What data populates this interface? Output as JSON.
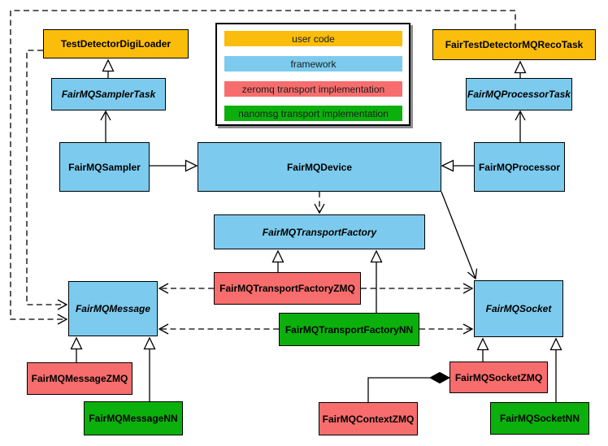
{
  "legend": {
    "items": [
      {
        "label": "user code",
        "color": "#FBBD0B"
      },
      {
        "label": "framework",
        "color": "#7CCBEE"
      },
      {
        "label": "zeromq transport implementation",
        "color": "#F76D6D"
      },
      {
        "label": "nanomsg transport implementation",
        "color": "#0CB00C"
      }
    ]
  },
  "nodes": [
    {
      "id": "TestDetectorDigiLoader",
      "label": "TestDetectorDigiLoader",
      "category": "user code",
      "color": "#FBBD0B",
      "abstract": false
    },
    {
      "id": "FairTestDetectorMQRecoTask",
      "label": "FairTestDetectorMQRecoTask",
      "category": "user code",
      "color": "#FBBD0B",
      "abstract": false
    },
    {
      "id": "FairMQSamplerTask",
      "label": "FairMQSamplerTask",
      "category": "framework",
      "color": "#7CCBEE",
      "abstract": true
    },
    {
      "id": "FairMQProcessorTask",
      "label": "FairMQProcessorTask",
      "category": "framework",
      "color": "#7CCBEE",
      "abstract": true
    },
    {
      "id": "FairMQSampler",
      "label": "FairMQSampler",
      "category": "framework",
      "color": "#7CCBEE",
      "abstract": false
    },
    {
      "id": "FairMQProcessor",
      "label": "FairMQProcessor",
      "category": "framework",
      "color": "#7CCBEE",
      "abstract": false
    },
    {
      "id": "FairMQDevice",
      "label": "FairMQDevice",
      "category": "framework",
      "color": "#7CCBEE",
      "abstract": false
    },
    {
      "id": "FairMQTransportFactory",
      "label": "FairMQTransportFactory",
      "category": "framework",
      "color": "#7CCBEE",
      "abstract": true
    },
    {
      "id": "FairMQTransportFactoryZMQ",
      "label": "FairMQTransportFactoryZMQ",
      "category": "zeromq",
      "color": "#F76D6D",
      "abstract": false
    },
    {
      "id": "FairMQTransportFactoryNN",
      "label": "FairMQTransportFactoryNN",
      "category": "nanomsg",
      "color": "#0CB00C",
      "abstract": false
    },
    {
      "id": "FairMQMessage",
      "label": "FairMQMessage",
      "category": "framework",
      "color": "#7CCBEE",
      "abstract": true
    },
    {
      "id": "FairMQSocket",
      "label": "FairMQSocket",
      "category": "framework",
      "color": "#7CCBEE",
      "abstract": true
    },
    {
      "id": "FairMQMessageZMQ",
      "label": "FairMQMessageZMQ",
      "category": "zeromq",
      "color": "#F76D6D",
      "abstract": false
    },
    {
      "id": "FairMQMessageNN",
      "label": "FairMQMessageNN",
      "category": "nanomsg",
      "color": "#0CB00C",
      "abstract": false
    },
    {
      "id": "FairMQSocketZMQ",
      "label": "FairMQSocketZMQ",
      "category": "zeromq",
      "color": "#F76D6D",
      "abstract": false
    },
    {
      "id": "FairMQContextZMQ",
      "label": "FairMQContextZMQ",
      "category": "zeromq",
      "color": "#F76D6D",
      "abstract": false
    },
    {
      "id": "FairMQSocketNN",
      "label": "FairMQSocketNN",
      "category": "nanomsg",
      "color": "#0CB00C",
      "abstract": false
    }
  ],
  "edges": [
    {
      "from": "FairMQSamplerTask",
      "to": "TestDetectorDigiLoader",
      "type": "inheritance"
    },
    {
      "from": "FairMQProcessorTask",
      "to": "FairTestDetectorMQRecoTask",
      "type": "inheritance"
    },
    {
      "from": "FairMQSampler",
      "to": "FairMQDevice",
      "type": "inheritance"
    },
    {
      "from": "FairMQProcessor",
      "to": "FairMQDevice",
      "type": "inheritance"
    },
    {
      "from": "FairMQTransportFactoryZMQ",
      "to": "FairMQTransportFactory",
      "type": "inheritance"
    },
    {
      "from": "FairMQTransportFactoryNN",
      "to": "FairMQTransportFactory",
      "type": "inheritance"
    },
    {
      "from": "FairMQMessageZMQ",
      "to": "FairMQMessage",
      "type": "inheritance"
    },
    {
      "from": "FairMQMessageNN",
      "to": "FairMQMessage",
      "type": "inheritance"
    },
    {
      "from": "FairMQSocketZMQ",
      "to": "FairMQSocket",
      "type": "inheritance"
    },
    {
      "from": "FairMQSocketNN",
      "to": "FairMQSocket",
      "type": "inheritance"
    },
    {
      "from": "FairMQSampler",
      "to": "FairMQSamplerTask",
      "type": "association"
    },
    {
      "from": "FairMQProcessor",
      "to": "FairMQProcessorTask",
      "type": "association"
    },
    {
      "from": "FairMQDevice",
      "to": "FairMQSocket",
      "type": "association"
    },
    {
      "from": "FairMQDevice",
      "to": "FairMQTransportFactory",
      "type": "dependency"
    },
    {
      "from": "FairMQTransportFactoryZMQ",
      "to": "FairMQMessage",
      "type": "dependency"
    },
    {
      "from": "FairMQTransportFactoryNN",
      "to": "FairMQMessage",
      "type": "dependency"
    },
    {
      "from": "FairMQTransportFactoryZMQ",
      "to": "FairMQSocket",
      "type": "dependency"
    },
    {
      "from": "FairMQTransportFactoryNN",
      "to": "FairMQSocket",
      "type": "dependency"
    },
    {
      "from": "TestDetectorDigiLoader",
      "to": "FairMQMessage",
      "type": "dependency"
    },
    {
      "from": "FairTestDetectorMQRecoTask",
      "to": "FairMQMessage",
      "type": "dependency"
    },
    {
      "from": "FairMQContextZMQ",
      "to": "FairMQSocketZMQ",
      "type": "composition"
    }
  ]
}
